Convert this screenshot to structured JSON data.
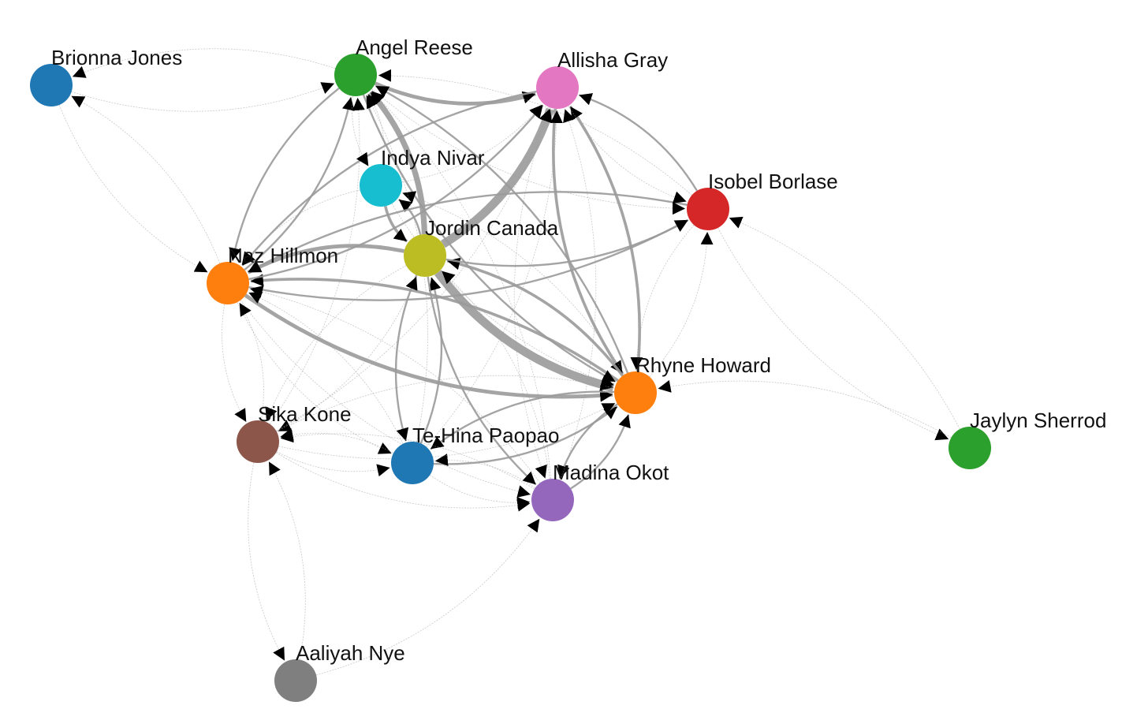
{
  "graph": {
    "type": "directed-network",
    "nodes": [
      {
        "id": "brionna",
        "label": "Brionna Jones",
        "color": "#1f77b4"
      },
      {
        "id": "angel",
        "label": "Angel Reese",
        "color": "#2ca02c"
      },
      {
        "id": "allisha",
        "label": "Allisha Gray",
        "color": "#e377c2"
      },
      {
        "id": "indya",
        "label": "Indya Nivar",
        "color": "#17becf"
      },
      {
        "id": "isobel",
        "label": "Isobel Borlase",
        "color": "#d62728"
      },
      {
        "id": "jordin",
        "label": "Jordin Canada",
        "color": "#bcbd22"
      },
      {
        "id": "naz",
        "label": "Naz Hillmon",
        "color": "#ff7f0e"
      },
      {
        "id": "rhyne",
        "label": "Rhyne Howard",
        "color": "#ff7f0e"
      },
      {
        "id": "sika",
        "label": "Sika Kone",
        "color": "#8c564b"
      },
      {
        "id": "tehina",
        "label": "Te-Hina Paopao",
        "color": "#1f77b4"
      },
      {
        "id": "madina",
        "label": "Madina Okot",
        "color": "#9467bd"
      },
      {
        "id": "jaylyn",
        "label": "Jaylyn Sherrod",
        "color": "#2ca02c"
      },
      {
        "id": "aaliyah",
        "label": "Aaliyah Nye",
        "color": "#7f7f7f"
      }
    ],
    "edges": [
      {
        "source": "jordin",
        "target": "rhyne",
        "weight": 9
      },
      {
        "source": "jordin",
        "target": "allisha",
        "weight": 9
      },
      {
        "source": "jordin",
        "target": "angel",
        "weight": 6
      },
      {
        "source": "angel",
        "target": "allisha",
        "weight": 4
      },
      {
        "source": "jordin",
        "target": "naz",
        "weight": 4
      },
      {
        "source": "naz",
        "target": "rhyne",
        "weight": 4
      },
      {
        "source": "rhyne",
        "target": "naz",
        "weight": 3
      },
      {
        "source": "rhyne",
        "target": "allisha",
        "weight": 3
      },
      {
        "source": "allisha",
        "target": "rhyne",
        "weight": 3
      },
      {
        "source": "rhyne",
        "target": "jordin",
        "weight": 3
      },
      {
        "source": "indya",
        "target": "jordin",
        "weight": 3
      },
      {
        "source": "jordin",
        "target": "indya",
        "weight": 2
      },
      {
        "source": "angel",
        "target": "rhyne",
        "weight": 2
      },
      {
        "source": "rhyne",
        "target": "angel",
        "weight": 2
      },
      {
        "source": "naz",
        "target": "isobel",
        "weight": 2
      },
      {
        "source": "isobel",
        "target": "naz",
        "weight": 2
      },
      {
        "source": "naz",
        "target": "angel",
        "weight": 2
      },
      {
        "source": "angel",
        "target": "naz",
        "weight": 2
      },
      {
        "source": "naz",
        "target": "allisha",
        "weight": 2
      },
      {
        "source": "allisha",
        "target": "naz",
        "weight": 2
      },
      {
        "source": "jordin",
        "target": "isobel",
        "weight": 2
      },
      {
        "source": "isobel",
        "target": "allisha",
        "weight": 2
      },
      {
        "source": "allisha",
        "target": "isobel",
        "weight": 1
      },
      {
        "source": "rhyne",
        "target": "isobel",
        "weight": 1
      },
      {
        "source": "isobel",
        "target": "rhyne",
        "weight": 1
      },
      {
        "source": "angel",
        "target": "isobel",
        "weight": 1
      },
      {
        "source": "isobel",
        "target": "angel",
        "weight": 1
      },
      {
        "source": "jordin",
        "target": "tehina",
        "weight": 2
      },
      {
        "source": "tehina",
        "target": "jordin",
        "weight": 2
      },
      {
        "source": "tehina",
        "target": "rhyne",
        "weight": 2
      },
      {
        "source": "rhyne",
        "target": "tehina",
        "weight": 2
      },
      {
        "source": "jordin",
        "target": "madina",
        "weight": 2
      },
      {
        "source": "madina",
        "target": "rhyne",
        "weight": 2
      },
      {
        "source": "rhyne",
        "target": "madina",
        "weight": 2
      },
      {
        "source": "allisha",
        "target": "madina",
        "weight": 1
      },
      {
        "source": "madina",
        "target": "allisha",
        "weight": 1
      },
      {
        "source": "madina",
        "target": "tehina",
        "weight": 1
      },
      {
        "source": "tehina",
        "target": "madina",
        "weight": 1
      },
      {
        "source": "naz",
        "target": "tehina",
        "weight": 1
      },
      {
        "source": "tehina",
        "target": "naz",
        "weight": 1
      },
      {
        "source": "naz",
        "target": "madina",
        "weight": 1
      },
      {
        "source": "madina",
        "target": "naz",
        "weight": 1
      },
      {
        "source": "sika",
        "target": "naz",
        "weight": 1
      },
      {
        "source": "naz",
        "target": "sika",
        "weight": 1
      },
      {
        "source": "sika",
        "target": "rhyne",
        "weight": 1
      },
      {
        "source": "rhyne",
        "target": "sika",
        "weight": 1
      },
      {
        "source": "sika",
        "target": "tehina",
        "weight": 1
      },
      {
        "source": "tehina",
        "target": "sika",
        "weight": 1
      },
      {
        "source": "sika",
        "target": "madina",
        "weight": 1
      },
      {
        "source": "madina",
        "target": "sika",
        "weight": 1
      },
      {
        "source": "sika",
        "target": "jordin",
        "weight": 1
      },
      {
        "source": "jordin",
        "target": "sika",
        "weight": 1
      },
      {
        "source": "sika",
        "target": "angel",
        "weight": 1
      },
      {
        "source": "sika",
        "target": "allisha",
        "weight": 1
      },
      {
        "source": "indya",
        "target": "angel",
        "weight": 1
      },
      {
        "source": "indya",
        "target": "allisha",
        "weight": 1
      },
      {
        "source": "indya",
        "target": "naz",
        "weight": 1
      },
      {
        "source": "indya",
        "target": "rhyne",
        "weight": 1
      },
      {
        "source": "angel",
        "target": "indya",
        "weight": 1
      },
      {
        "source": "rhyne",
        "target": "indya",
        "weight": 1
      },
      {
        "source": "brionna",
        "target": "angel",
        "weight": 1
      },
      {
        "source": "angel",
        "target": "brionna",
        "weight": 1
      },
      {
        "source": "brionna",
        "target": "naz",
        "weight": 1
      },
      {
        "source": "naz",
        "target": "brionna",
        "weight": 1
      },
      {
        "source": "jaylyn",
        "target": "isobel",
        "weight": 1
      },
      {
        "source": "isobel",
        "target": "jaylyn",
        "weight": 1
      },
      {
        "source": "jaylyn",
        "target": "rhyne",
        "weight": 1
      },
      {
        "source": "aaliyah",
        "target": "madina",
        "weight": 1
      },
      {
        "source": "sika",
        "target": "aaliyah",
        "weight": 1
      },
      {
        "source": "aaliyah",
        "target": "sika",
        "weight": 1
      },
      {
        "source": "tehina",
        "target": "angel",
        "weight": 1
      },
      {
        "source": "madina",
        "target": "angel",
        "weight": 1
      },
      {
        "source": "tehina",
        "target": "allisha",
        "weight": 1
      },
      {
        "source": "madina",
        "target": "jordin",
        "weight": 1
      }
    ]
  }
}
